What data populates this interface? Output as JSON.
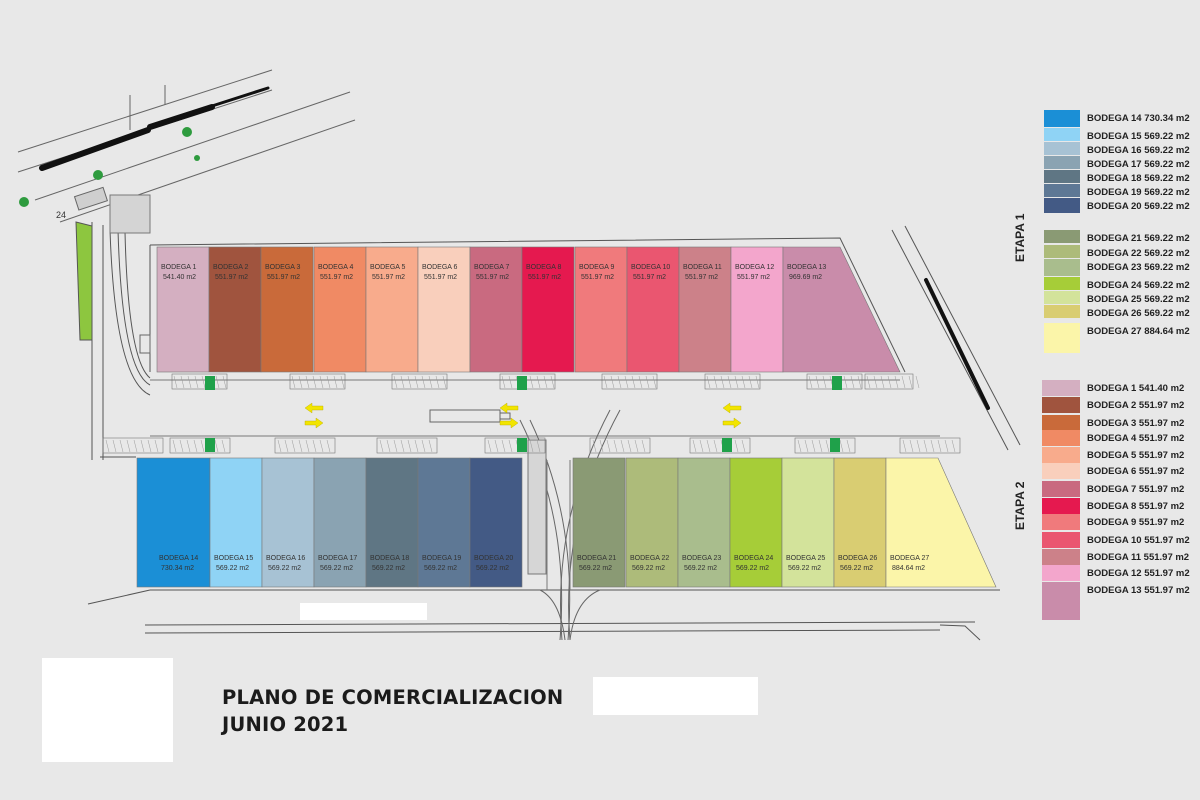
{
  "title": {
    "line1": "PLANO DE COMERCIALIZACION",
    "line2": "JUNIO 2021"
  },
  "road_number": "24",
  "etapas": {
    "etapa1_label": "ETAPA 1",
    "etapa2_label": "ETAPA 2"
  },
  "units_top": [
    {
      "name": "BODEGA 1",
      "area": "541.40 m2",
      "color": "#d4afc1"
    },
    {
      "name": "BODEGA 2",
      "area": "551.97 m2",
      "color": "#a0543e"
    },
    {
      "name": "BODEGA 3",
      "area": "551.97 m2",
      "color": "#c96a3a"
    },
    {
      "name": "BODEGA 4",
      "area": "551.97 m2",
      "color": "#f08a64"
    },
    {
      "name": "BODEGA 5",
      "area": "551.97 m2",
      "color": "#f8ab8c"
    },
    {
      "name": "BODEGA 6",
      "area": "551.97 m2",
      "color": "#f9cfbc"
    },
    {
      "name": "BODEGA 7",
      "area": "551.97 m2",
      "color": "#c96a80"
    },
    {
      "name": "BODEGA 8",
      "area": "551.97 m2",
      "color": "#e5194f"
    },
    {
      "name": "BODEGA 9",
      "area": "551.97 m2",
      "color": "#f07a7c"
    },
    {
      "name": "BODEGA 10",
      "area": "551.97 m2",
      "color": "#ea5670"
    },
    {
      "name": "BODEGA 11",
      "area": "551.97 m2",
      "color": "#cc8189"
    },
    {
      "name": "BODEGA 12",
      "area": "551.97 m2",
      "color": "#f3a6cc"
    },
    {
      "name": "BODEGA 13",
      "area": "969.69 m2",
      "color": "#c98caa"
    }
  ],
  "units_bottom": [
    {
      "name": "BODEGA 14",
      "area": "730.34 m2",
      "color": "#1b8fd6"
    },
    {
      "name": "BODEGA 15",
      "area": "569.22 m2",
      "color": "#8fd3f5"
    },
    {
      "name": "BODEGA 16",
      "area": "569.22 m2",
      "color": "#a7c2d4"
    },
    {
      "name": "BODEGA 17",
      "area": "569.22 m2",
      "color": "#8aa3b2"
    },
    {
      "name": "BODEGA 18",
      "area": "569.22 m2",
      "color": "#5f7684"
    },
    {
      "name": "BODEGA 19",
      "area": "569.22 m2",
      "color": "#5e7895"
    },
    {
      "name": "BODEGA 20",
      "area": "569.22 m2",
      "color": "#435a85"
    },
    {
      "name": "BODEGA 21",
      "area": "569.22 m2",
      "color": "#8a9a74"
    },
    {
      "name": "BODEGA 22",
      "area": "569.22 m2",
      "color": "#adbb7a"
    },
    {
      "name": "BODEGA 23",
      "area": "569.22 m2",
      "color": "#a9bd8d"
    },
    {
      "name": "BODEGA 24",
      "area": "569.22 m2",
      "color": "#a6cd38"
    },
    {
      "name": "BODEGA 25",
      "area": "569.22 m2",
      "color": "#d3e39b"
    },
    {
      "name": "BODEGA 26",
      "area": "569.22 m2",
      "color": "#d9cd72"
    },
    {
      "name": "BODEGA 27",
      "area": "884.64 m2",
      "color": "#fbf5a9"
    }
  ],
  "legend_etapa1": [
    {
      "label": "BODEGA 14 730.34 m2",
      "color": "#1b8fd6"
    },
    {
      "label": "BODEGA 15 569.22 m2",
      "color": "#8fd3f5"
    },
    {
      "label": "BODEGA 16 569.22 m2",
      "color": "#a7c2d4"
    },
    {
      "label": "BODEGA 17 569.22 m2",
      "color": "#8aa3b2"
    },
    {
      "label": "BODEGA 18 569.22 m2",
      "color": "#5f7684"
    },
    {
      "label": "BODEGA 19 569.22 m2",
      "color": "#5e7895"
    },
    {
      "label": "BODEGA 20 569.22 m2",
      "color": "#435a85"
    },
    {
      "label": "BODEGA 21 569.22 m2",
      "color": "#8a9a74"
    },
    {
      "label": "BODEGA 22 569.22 m2",
      "color": "#adbb7a"
    },
    {
      "label": "BODEGA 23 569.22 m2",
      "color": "#a9bd8d"
    },
    {
      "label": "BODEGA 24 569.22 m2",
      "color": "#a6cd38"
    },
    {
      "label": "BODEGA 25 569.22 m2",
      "color": "#d3e39b"
    },
    {
      "label": "BODEGA 26 569.22 m2",
      "color": "#d9cd72"
    },
    {
      "label": "BODEGA 27 884.64 m2",
      "color": "#fbf5a9"
    }
  ],
  "legend_etapa2": [
    {
      "label": "BODEGA 1 541.40 m2",
      "color": "#d4afc1"
    },
    {
      "label": "BODEGA 2 551.97 m2",
      "color": "#a0543e"
    },
    {
      "label": "BODEGA 3 551.97 m2",
      "color": "#c96a3a"
    },
    {
      "label": "BODEGA 4 551.97 m2",
      "color": "#f08a64"
    },
    {
      "label": "BODEGA 5 551.97 m2",
      "color": "#f8ab8c"
    },
    {
      "label": "BODEGA 6 551.97 m2",
      "color": "#f9cfbc"
    },
    {
      "label": "BODEGA 7 551.97 m2",
      "color": "#c96a80"
    },
    {
      "label": "BODEGA 8 551.97 m2",
      "color": "#e5194f"
    },
    {
      "label": "BODEGA 9 551.97 m2",
      "color": "#f07a7c"
    },
    {
      "label": "BODEGA 10 551.97 m2",
      "color": "#ea5670"
    },
    {
      "label": "BODEGA 11 551.97 m2",
      "color": "#cc8189"
    },
    {
      "label": "BODEGA 12 551.97 m2",
      "color": "#f3a6cc"
    },
    {
      "label": "BODEGA 13 551.97 m2",
      "color": "#c98caa"
    }
  ],
  "colors": {
    "background": "#e8e8e8",
    "road_lines": "#555555",
    "grass": "#8dc63f",
    "door_green": "#1fa14a",
    "arrow_yellow": "#f2e500"
  }
}
